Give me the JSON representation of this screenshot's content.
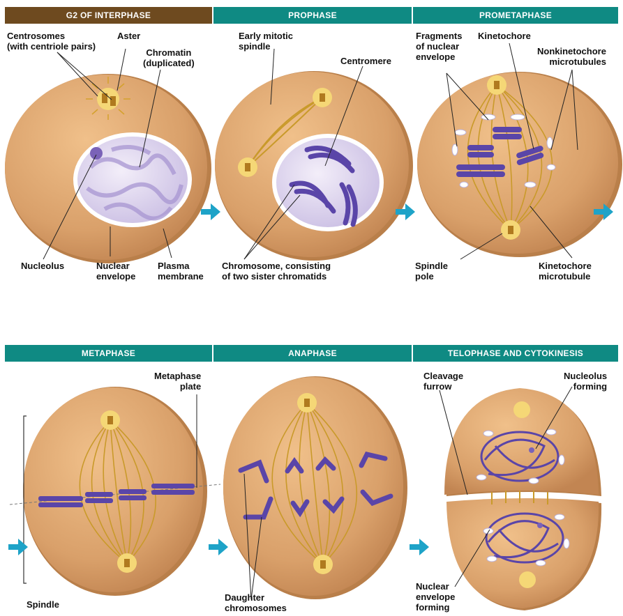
{
  "headers": {
    "g2": "G2 OF INTERPHASE",
    "prophase": "PROPHASE",
    "prometaphase": "PROMETAPHASE",
    "metaphase": "METAPHASE",
    "anaphase": "ANAPHASE",
    "telophase": "TELOPHASE AND CYTOKINESIS"
  },
  "labels": {
    "centrosomes": "Centrosomes\n(with centriole pairs)",
    "aster": "Aster",
    "chromatin": "Chromatin\n(duplicated)",
    "nucleolus": "Nucleolus",
    "nuclear_envelope": "Nuclear\nenvelope",
    "plasma_membrane": "Plasma\nmembrane",
    "early_spindle": "Early mitotic\nspindle",
    "centromere": "Centromere",
    "chromosome": "Chromosome, consisting\nof two sister chromatids",
    "fragments": "Fragments\nof nuclear\nenvelope",
    "kinetochore": "Kinetochore",
    "nonkinetochore": "Nonkinetochore\nmicrotubules",
    "spindle_pole": "Spindle\npole",
    "kinetochore_mt": "Kinetochore\nmicrotubule",
    "metaphase_plate": "Metaphase\nplate",
    "spindle": "Spindle",
    "daughter": "Daughter\nchromosomes",
    "cleavage": "Cleavage\nfurrow",
    "nucleolus_forming": "Nucleolus\nforming",
    "nuclear_env_forming": "Nuclear\nenvelope\nforming"
  },
  "colors": {
    "cell_fill": "#d9a06a",
    "cell_shadow": "#b97f4a",
    "nucleus_fill": "#e4dcf0",
    "chromosome": "#5a45a8",
    "spindle": "#c99a2a",
    "header_brown": "#6e4a1f",
    "header_teal": "#0f8a83",
    "arrow": "#1ea3c8"
  }
}
